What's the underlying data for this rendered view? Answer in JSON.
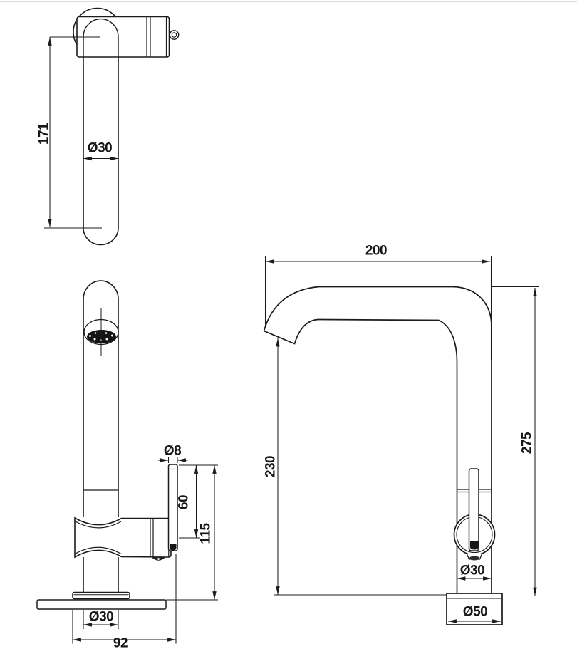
{
  "page": {
    "background": "#ffffff",
    "line_color": "#1b1b1b",
    "aerator_fill": "#141414"
  },
  "drawing": {
    "type": "faucet-technical-drawing",
    "views": {
      "top": {
        "dimensions": {
          "spout_length": "171",
          "spout_diameter": "Ø30"
        }
      },
      "front": {
        "dimensions": {
          "lever_diameter": "Ø8",
          "lever_length": "60",
          "lever_height": "115",
          "column_diameter": "Ø30",
          "total_reach": "92"
        }
      },
      "side": {
        "dimensions": {
          "spout_reach": "200",
          "spout_clearance": "230",
          "total_height": "275",
          "column_diameter": "Ø30",
          "base_diameter": "Ø50"
        }
      }
    }
  }
}
